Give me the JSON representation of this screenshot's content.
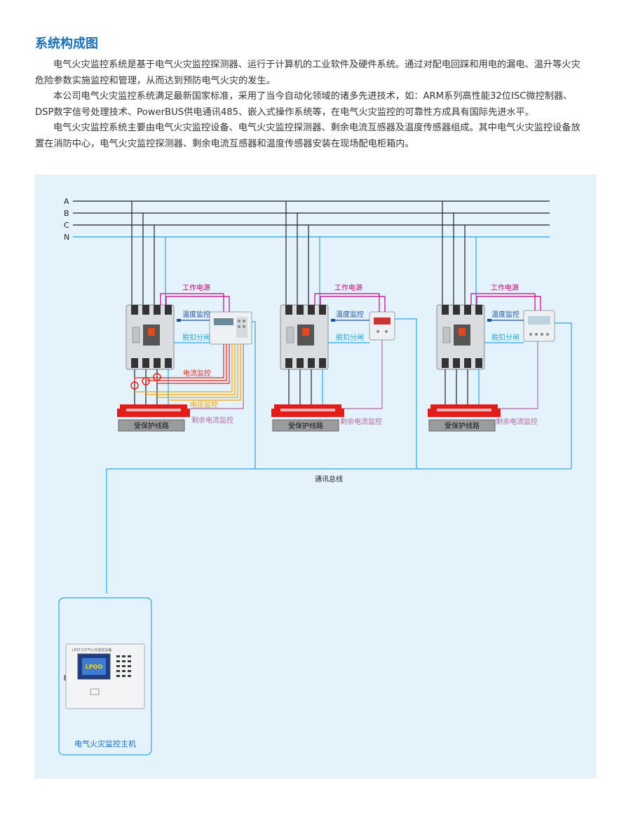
{
  "heading": "系统构成图",
  "paragraphs": [
    "电气火灾监控系统是基于电气火灾监控探测器、运行于计算机的工业软件及硬件系统。通过对配电回踩和用电的漏电、温升等火灾危险参数实施监控和管理，从而达到预防电气火灾的发生。",
    "本公司电气火灾监控系统满足最新国家标准，采用了当今自动化领域的诸多先进技术，如：ARM系列高性能32位ISC微控制器、DSP数字信号处理技术、PowerBUS供电通讯485、嵌入式操作系统等，在电气火灾监控的可靠性方成具有国际先进水平。",
    "电气火灾监控系统主要由电气火灾监控设备、电气火灾监控探测器、剩余电流互感器及温度传感器组成。其中电气火灾监控设备放置在消防中心，电气火灾监控探测器、剩余电流互感器和温度传感器安装在现场配电柜箱内。"
  ],
  "diagram": {
    "bus_lines": [
      "A",
      "B",
      "C",
      "N"
    ],
    "labels": {
      "work_power": "工作电源",
      "temp_monitor": "温度监控",
      "trip": "脱扣分闸",
      "current_monitor": "电流监控",
      "voltage_monitor": "电压监控",
      "residual_current": "剩余电流监控",
      "protected_line": "受保护线路",
      "comm_bus": "通讯总线",
      "host": "电气火灾监控主机",
      "host_panel_title": "LPST-2万气火灾监控设备",
      "host_screen_logo": "LPOO"
    },
    "colors": {
      "line_black": "#222222",
      "line_blue": "#2aa7df",
      "work_power": "#c6007e",
      "temp": "#1f4e9b",
      "trip": "#2aa7df",
      "current": "#e1261c",
      "voltage": "#f5a200",
      "residual": "#b16aa0",
      "busbar": "#e21b1b"
    }
  }
}
